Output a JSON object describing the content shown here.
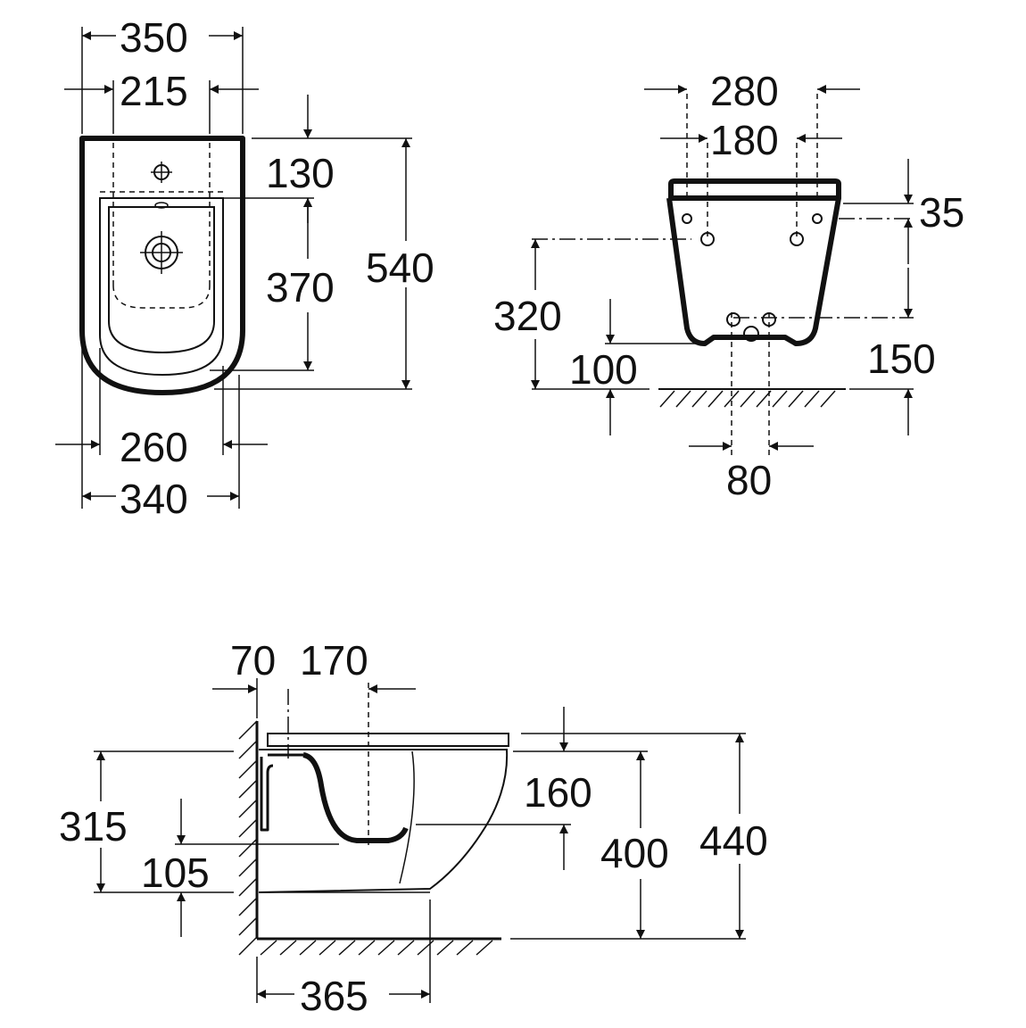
{
  "top_view": {
    "dim_350": "350",
    "dim_215": "215",
    "dim_130": "130",
    "dim_370": "370",
    "dim_540": "540",
    "dim_260": "260",
    "dim_340": "340"
  },
  "rear_view": {
    "dim_280": "280",
    "dim_180": "180",
    "dim_35": "35",
    "dim_320": "320",
    "dim_100": "100",
    "dim_150": "150",
    "dim_80": "80"
  },
  "side_view": {
    "dim_70": "70",
    "dim_170": "170",
    "dim_315": "315",
    "dim_105": "105",
    "dim_160": "160",
    "dim_400": "400",
    "dim_440": "440",
    "dim_365": "365"
  }
}
